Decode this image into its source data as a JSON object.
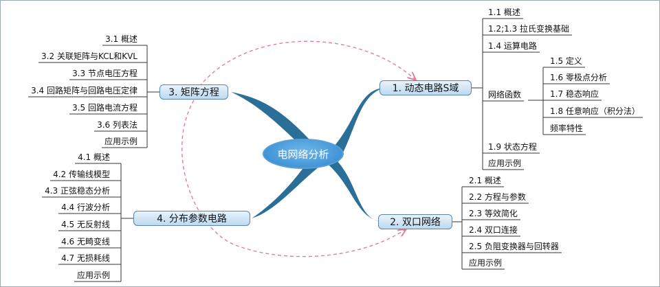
{
  "center": "电网络分析",
  "branches": [
    {
      "id": "b1",
      "label": "1. 动态电路S域",
      "items": [
        {
          "label": "1.1 概述"
        },
        {
          "label": "1.2;1.3 拉氏变换基础"
        },
        {
          "label": "1.4 运算电路"
        },
        {
          "label": "网络函数",
          "children": [
            "1.5 定义",
            "1.6 零极点分析",
            "1.7 稳态响应",
            "1.8 任意响应（积分法）",
            "频率特性"
          ]
        },
        {
          "label": "1.9 状态方程"
        },
        {
          "label": "应用示例"
        }
      ]
    },
    {
      "id": "b2",
      "label": "2. 双口网络",
      "items": [
        {
          "label": "2.1 概述"
        },
        {
          "label": "2.2 方程与参数"
        },
        {
          "label": "2.3 等效简化"
        },
        {
          "label": "2.4 双口连接"
        },
        {
          "label": "2.5 负阻变换器与回转器"
        },
        {
          "label": "应用示例"
        }
      ]
    },
    {
      "id": "b3",
      "label": "3. 矩阵方程",
      "items": [
        {
          "label": "3.1 概述"
        },
        {
          "label": "3.2 关联矩阵与KCL和KVL"
        },
        {
          "label": "3.3 节点电压方程"
        },
        {
          "label": "3.4 回路矩阵与回路电压定律"
        },
        {
          "label": "3.5 回路电流方程"
        },
        {
          "label": "3.6 列表法"
        },
        {
          "label": "应用示例"
        }
      ]
    },
    {
      "id": "b4",
      "label": "4. 分布参数电路",
      "items": [
        {
          "label": "4.1 概述"
        },
        {
          "label": "4.2 传输线模型"
        },
        {
          "label": "4.3 正弦稳态分析"
        },
        {
          "label": "4.4 行波分析"
        },
        {
          "label": "4.5 无反射线"
        },
        {
          "label": "4.6 无畸变线"
        },
        {
          "label": "4.7 无损耗线"
        },
        {
          "label": "应用示例"
        }
      ]
    }
  ],
  "colors": {
    "branch": "#2a6f97",
    "leaf_line": "#333333",
    "relation_arrow": "#e07f96",
    "topic_border": "#5a84ad",
    "center_fill": "#3d92d6"
  }
}
